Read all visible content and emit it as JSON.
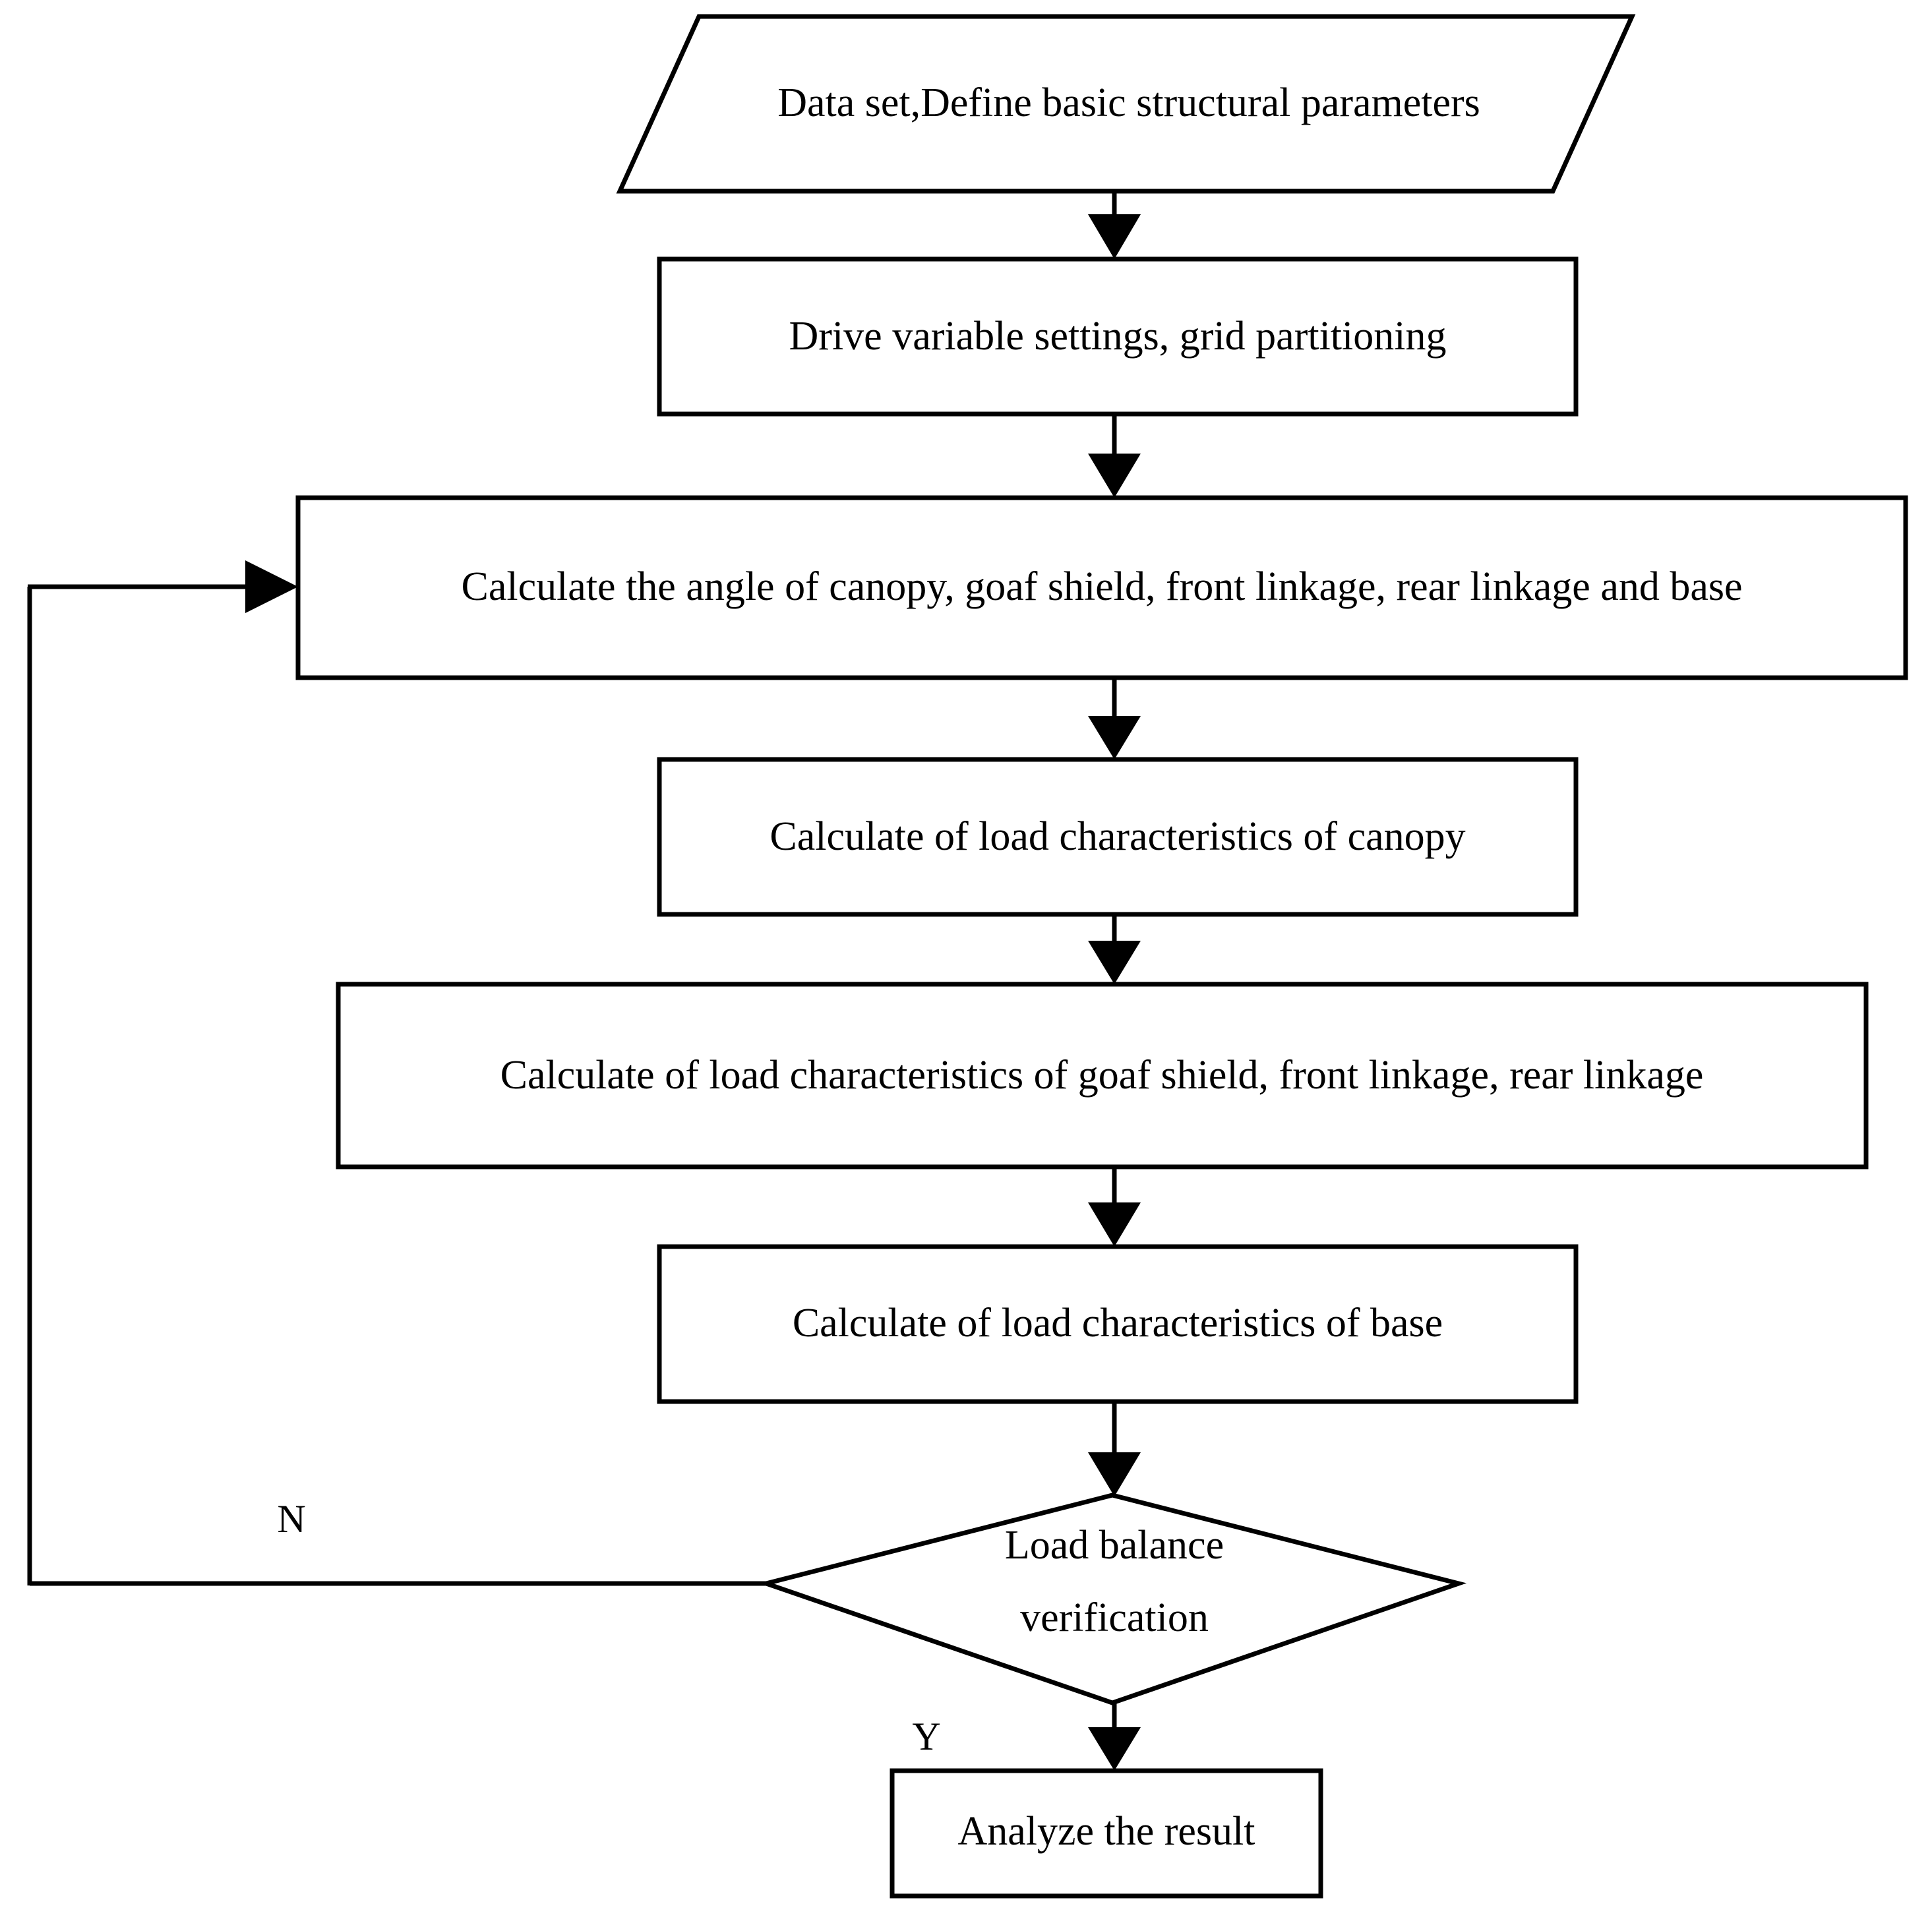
{
  "diagram": {
    "type": "flowchart",
    "orientation": "top-to-bottom",
    "background_color": "#ffffff",
    "line_color": "#000000",
    "text_color": "#000000",
    "nodes": [
      {
        "id": "input",
        "shape": "parallelogram",
        "role": "input-output",
        "label": "Data set,Define basic structural parameters"
      },
      {
        "id": "setup",
        "shape": "rectangle",
        "role": "process",
        "label": "Drive variable settings, grid partitioning"
      },
      {
        "id": "angles",
        "shape": "rectangle",
        "role": "process",
        "label": "Calculate the angle of canopy, goaf shield, front linkage, rear linkage and base"
      },
      {
        "id": "canopy-load",
        "shape": "rectangle",
        "role": "process",
        "label": "Calculate of load characteristics of canopy"
      },
      {
        "id": "shield-load",
        "shape": "rectangle",
        "role": "process",
        "label": "Calculate of load characteristics of goaf shield, front linkage, rear linkage"
      },
      {
        "id": "base-load",
        "shape": "rectangle",
        "role": "process",
        "label": "Calculate of load characteristics of base"
      },
      {
        "id": "decision",
        "shape": "diamond",
        "role": "decision",
        "label_line1": "Load balance",
        "label_line2": "verification"
      },
      {
        "id": "result",
        "shape": "rectangle",
        "role": "process",
        "label": "Analyze the result"
      }
    ],
    "branch_labels": {
      "no": "N",
      "yes": "Y"
    },
    "edges": [
      {
        "from": "input",
        "to": "setup",
        "label": ""
      },
      {
        "from": "setup",
        "to": "angles",
        "label": ""
      },
      {
        "from": "angles",
        "to": "canopy-load",
        "label": ""
      },
      {
        "from": "canopy-load",
        "to": "shield-load",
        "label": ""
      },
      {
        "from": "shield-load",
        "to": "base-load",
        "label": ""
      },
      {
        "from": "base-load",
        "to": "decision",
        "label": ""
      },
      {
        "from": "decision",
        "to": "angles",
        "label": "N"
      },
      {
        "from": "decision",
        "to": "result",
        "label": "Y"
      }
    ]
  }
}
